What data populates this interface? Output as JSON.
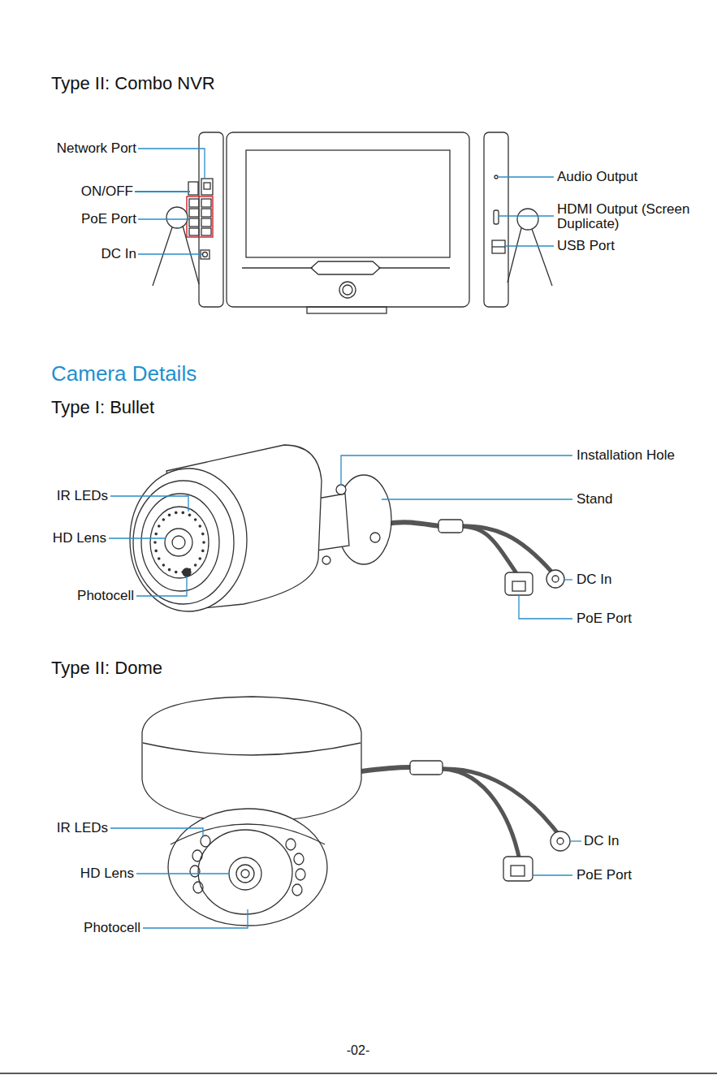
{
  "diagram": {
    "labels": [
      "Type II: Combo NVR",
      "Network Port",
      "ON/OFF",
      "PoE Port",
      "DC In",
      "Audio Output",
      "HDMI Output (Screen Duplicate)",
      "USB Port",
      "Camera Details",
      "Type I: Bullet",
      "Installation Hole",
      "Stand",
      "IR LEDs",
      "HD Lens",
      "Photocell",
      "DC In",
      "PoE Port",
      "Type II: Dome",
      "IR LEDs",
      "HD Lens",
      "Photocell",
      "DC In",
      "PoE Port",
      "-02-"
    ]
  }
}
